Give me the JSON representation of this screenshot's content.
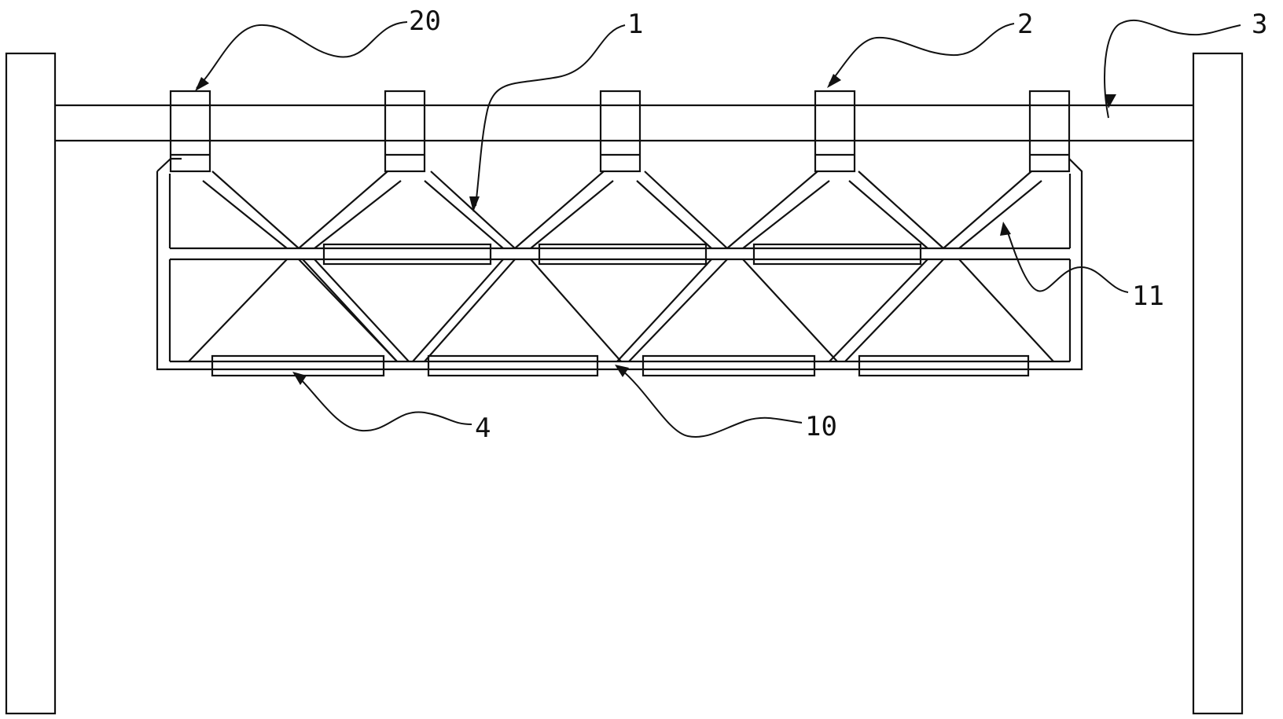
{
  "drawing": {
    "ink_color": "#111111",
    "background": "#ffffff",
    "reference_numerals": [
      "20",
      "1",
      "2",
      "3",
      "11",
      "4",
      "10"
    ]
  }
}
